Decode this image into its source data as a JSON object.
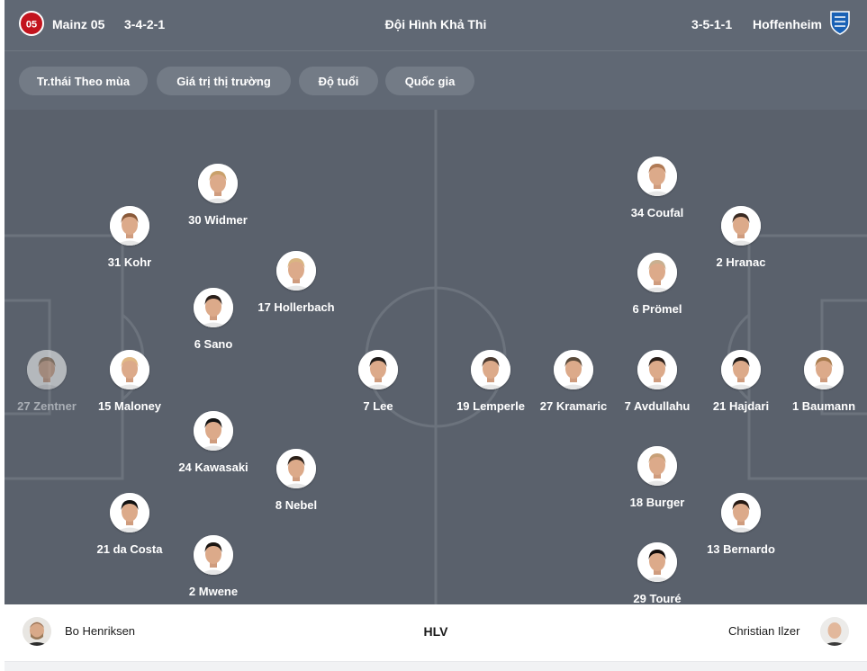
{
  "header": {
    "home_team": "Mainz 05",
    "home_formation": "3-4-2-1",
    "title": "Đội Hình Khả Thi",
    "away_formation": "3-5-1-1",
    "away_team": "Hoffenheim"
  },
  "filters": [
    "Tr.thái Theo mùa",
    "Giá trị thị trường",
    "Độ tuổi",
    "Quốc gia"
  ],
  "home_players": [
    {
      "label": "30 Widmer",
      "hair": "#c9a06a"
    },
    {
      "label": "31 Kohr",
      "hair": "#8a5a3a"
    },
    {
      "label": "17 Hollerbach",
      "hair": "#d9b582"
    },
    {
      "label": "6 Sano",
      "hair": "#2a1f1a"
    },
    {
      "label": "27 Zentner",
      "hair": "#9a7a5a"
    },
    {
      "label": "15 Maloney",
      "hair": "#e0b885"
    },
    {
      "label": "7 Lee",
      "hair": "#1e1a18"
    },
    {
      "label": "24 Kawasaki",
      "hair": "#141414"
    },
    {
      "label": "8 Nebel",
      "hair": "#2b2019"
    },
    {
      "label": "21 da Costa",
      "hair": "#111111"
    },
    {
      "label": "2 Mwene",
      "hair": "#1b1511"
    }
  ],
  "away_players": [
    {
      "label": "34 Coufal",
      "hair": "#b07a55"
    },
    {
      "label": "2 Hranac",
      "hair": "#3a2a22"
    },
    {
      "label": "6 Prömel",
      "hair": "#c9b090"
    },
    {
      "label": "19 Lemperle",
      "hair": "#4a3a30"
    },
    {
      "label": "27 Kramaric",
      "hair": "#5a4a3a"
    },
    {
      "label": "7 Avdullahu",
      "hair": "#2a1e18"
    },
    {
      "label": "21 Hajdari",
      "hair": "#1e1a18"
    },
    {
      "label": "1 Baumann",
      "hair": "#a67a4c"
    },
    {
      "label": "18 Burger",
      "hair": "#c8a078"
    },
    {
      "label": "13 Bernardo",
      "hair": "#241812"
    },
    {
      "label": "29 Touré",
      "hair": "#120c0a"
    }
  ],
  "coaches": {
    "home": "Bo Henriksen",
    "label": "HLV",
    "away": "Christian Ilzer"
  },
  "colors": {
    "header_bg": "#606874",
    "chip_bg": "#737b86",
    "pitch": "#5a616c",
    "pitch_lines": "#6c737d",
    "mainz_red": "#c3141e",
    "hoffenheim_blue": "#1961b5"
  }
}
